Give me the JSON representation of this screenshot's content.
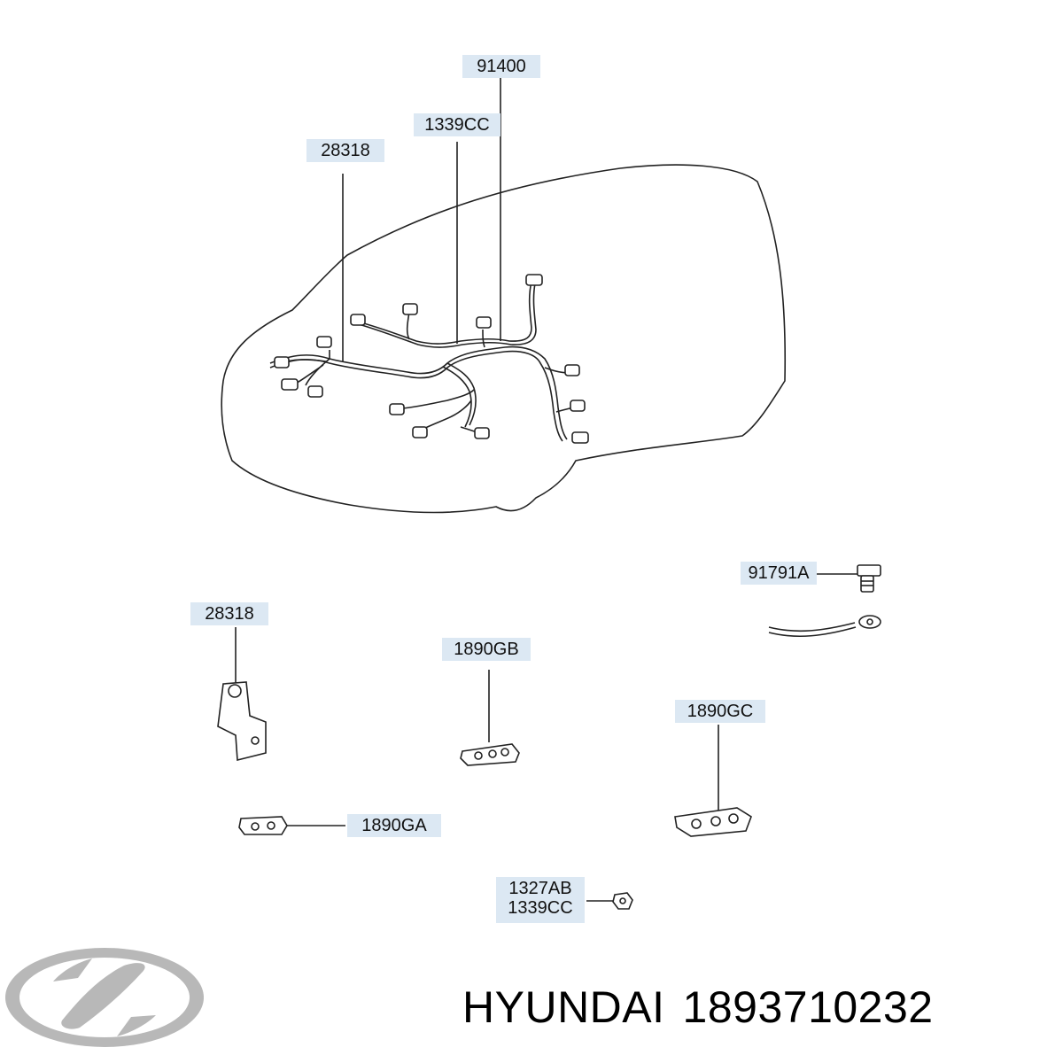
{
  "callouts": {
    "harness_main": "91400",
    "harness_bolt_top": "1339CC",
    "bracket_top": "28318",
    "bolt_ground": "91791A",
    "bracket_lower": "28318",
    "clip_b": "1890GB",
    "clip_c": "1890GC",
    "clip_a": "1890GA",
    "nut_line1": "1327AB",
    "nut_line2": "1339CC"
  },
  "footer": {
    "brand": "HYUNDAI",
    "part_number": "1893710232"
  },
  "colors": {
    "callout_bg": "#dce8f3",
    "line": "#1a1a1a",
    "logo_silver": "#b8b8b8"
  }
}
